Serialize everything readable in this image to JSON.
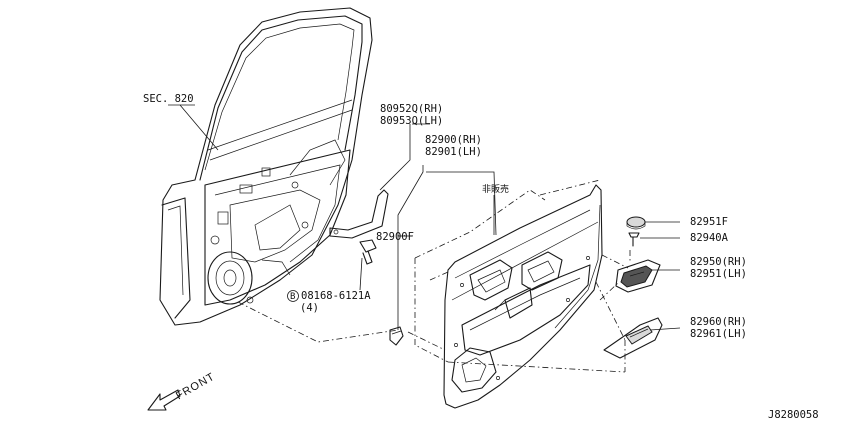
{
  "labels": {
    "sec": "SEC. 820",
    "p80952": "80952Q(RH)",
    "p80953": "80953Q(LH)",
    "p82900rh": "82900(RH)",
    "p82901lh": "82901(LH)",
    "nonsale": "非販売",
    "p82900f": "82900F",
    "bolt_circle": "B",
    "bolt": "08168-6121A",
    "bolt_qty": "(4)",
    "p82951f": "82951F",
    "p82940a": "82940A",
    "p82950rh": "82950(RH)",
    "p82951lh": "82951(LH)",
    "p82960rh": "82960(RH)",
    "p82961lh": "82961(LH)",
    "front": "FRONT",
    "code": "J8280058"
  }
}
